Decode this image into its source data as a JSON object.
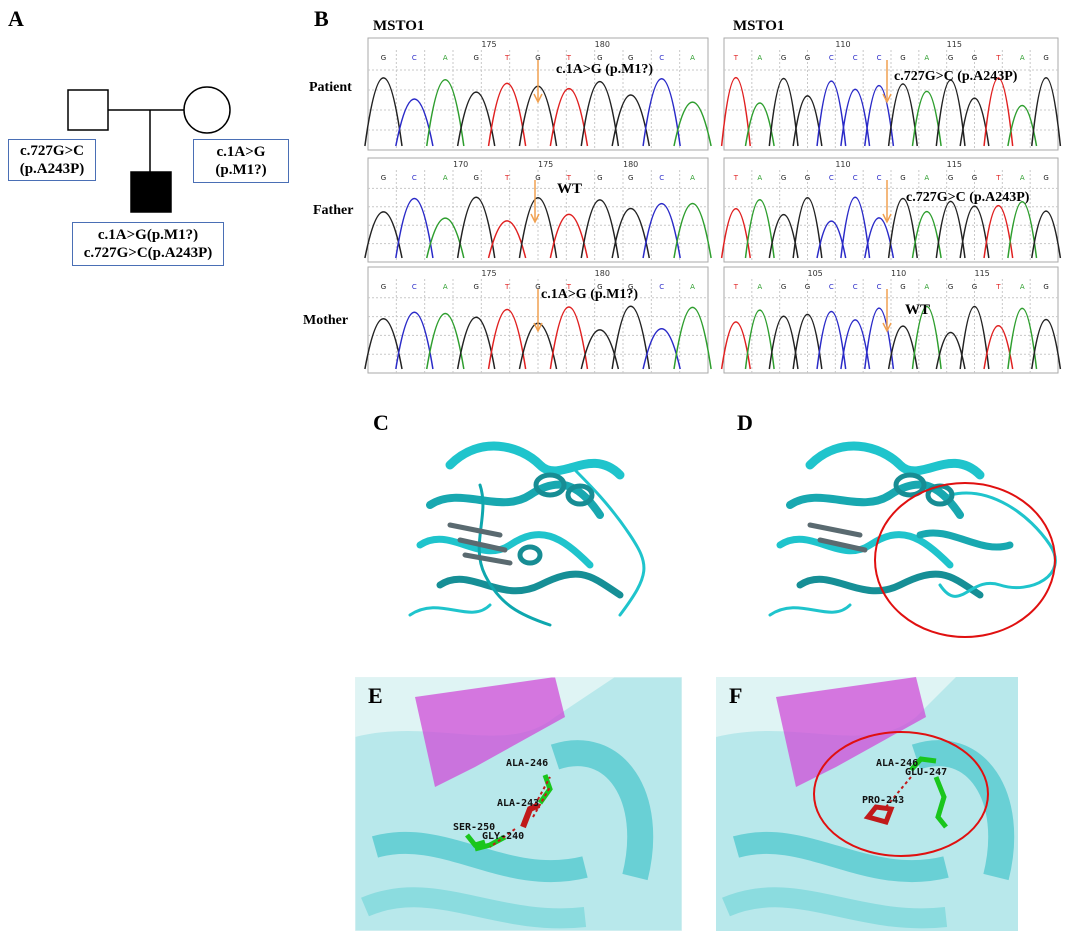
{
  "panels": {
    "A": "A",
    "B": "B",
    "C": "C",
    "D": "D",
    "E": "E",
    "F": "F"
  },
  "pedigree": {
    "father_label": [
      "c.727G>C",
      "(p.A243P)"
    ],
    "mother_label": [
      "c.1A>G",
      "(p.M1?)"
    ],
    "child_label": [
      "c.1A>G(p.M1?)",
      "c.727G>C(p.A243P)"
    ]
  },
  "chromatograms": {
    "gene_left": "MSTO1",
    "gene_right": "MSTO1",
    "rows": [
      "Patient",
      "Father",
      "Mother"
    ],
    "left": [
      {
        "ticks": [
          "175",
          "180"
        ],
        "annotation": "c.1A>G (p.M1?)"
      },
      {
        "ticks": [
          "170",
          "175",
          "180"
        ],
        "annotation": "WT"
      },
      {
        "ticks": [
          "175",
          "180"
        ],
        "annotation": "c.1A>G (p.M1?)"
      }
    ],
    "right": [
      {
        "ticks": [
          "110",
          "115"
        ],
        "annotation": "c.727G>C (p.A243P)"
      },
      {
        "ticks": [
          "110",
          "115"
        ],
        "annotation": "c.727G>C (p.A243P)"
      },
      {
        "ticks": [
          "105",
          "110",
          "115"
        ],
        "annotation": "WT"
      }
    ],
    "base_colors": {
      "A": "#2e9e2e",
      "C": "#2a2ac8",
      "G": "#222222",
      "T": "#e02020"
    }
  },
  "residues": {
    "E": [
      "ALA-246",
      "ALA-243",
      "SER-250",
      "GLY-240"
    ],
    "F": [
      "ALA-246",
      "GLU-247",
      "PRO-243"
    ]
  }
}
